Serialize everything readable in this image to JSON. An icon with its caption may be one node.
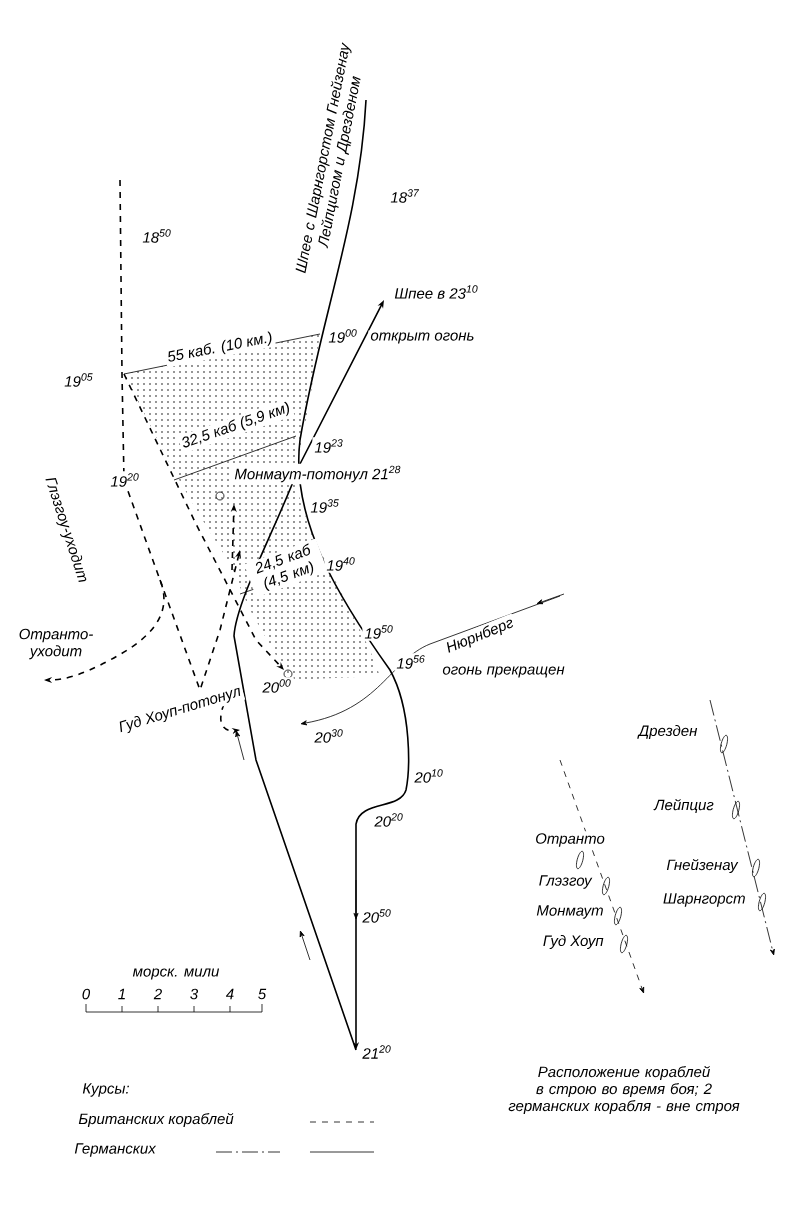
{
  "diagram": {
    "labels": [
      "Шпее с Шарнгорстом Гнейзенау Лейпцигом и Дрезденом",
      "18$^{37}$",
      "18$^{50}$",
      "Шпее в 23$^{10}$",
      "19$^{00}$",
      "открыт огонь",
      "19$^{05}$",
      "55 каб. (10 км.)",
      "32,5 каб (5,9 км)",
      "19$^{23}$",
      "19$^{20}$",
      "Глэзгоу-уходит",
      "Монмаут-потонул 21$^{28}$",
      "19$^{35}$",
      "24,5 каб (4,5 км)",
      "19$^{40}$",
      "Отранто-уходит",
      "Нюрнберг",
      "19$^{50}$",
      "19$^{56}$",
      "огонь прекращен",
      "Гуд Хоуп-потонул",
      "20$^{00}$",
      "20$^{30}$",
      "Дрезден",
      "20$^{10}$",
      "Лейпциг",
      "20$^{20}$",
      "Отранто",
      "Гнейзенау",
      "Глэзгоу",
      "Шарнгорст",
      "Монмаут",
      "Гуд Хоуп",
      "20$^{50}$",
      "морск. мили",
      "0",
      "1",
      "2",
      "3",
      "4",
      "5",
      "21$^{20}$",
      "Расположение кораблей в строю во время боя; 2 германских корабля - вне строя",
      "Курсы:"
    ],
    "legend": [
      {
        "text": "Британских кораблей"
      },
      {
        "text": "Германских"
      }
    ]
  }
}
